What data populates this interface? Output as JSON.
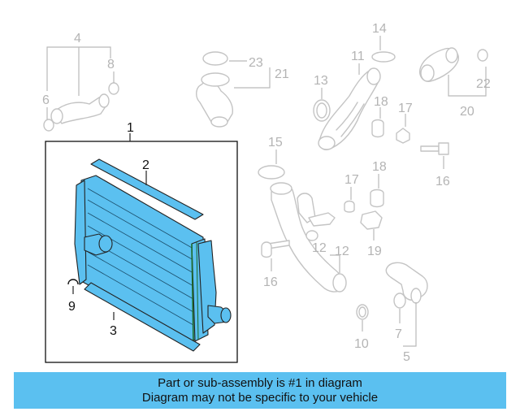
{
  "callouts": {
    "n1": "1",
    "n2": "2",
    "n3": "3",
    "n4": "4",
    "n5": "5",
    "n6": "6",
    "n7": "7",
    "n8": "8",
    "n9": "9",
    "n10": "10",
    "n11": "11",
    "n12_left": "12",
    "n12_right": "12",
    "n13": "13",
    "n14": "14",
    "n15": "15",
    "n16_left": "16",
    "n16_right": "16",
    "n17_top": "17",
    "n17_mid": "17",
    "n18_top": "18",
    "n18_mid": "18",
    "n19": "19",
    "n20": "20",
    "n21": "21",
    "n22": "22",
    "n23": "23"
  },
  "banner": {
    "line1": "Part or sub-assembly is #1 in diagram",
    "line2": "Diagram may not be specific to your vehicle"
  },
  "colors": {
    "highlight": "#5bc0f0",
    "ghost_parts": "#c4c4c4"
  }
}
